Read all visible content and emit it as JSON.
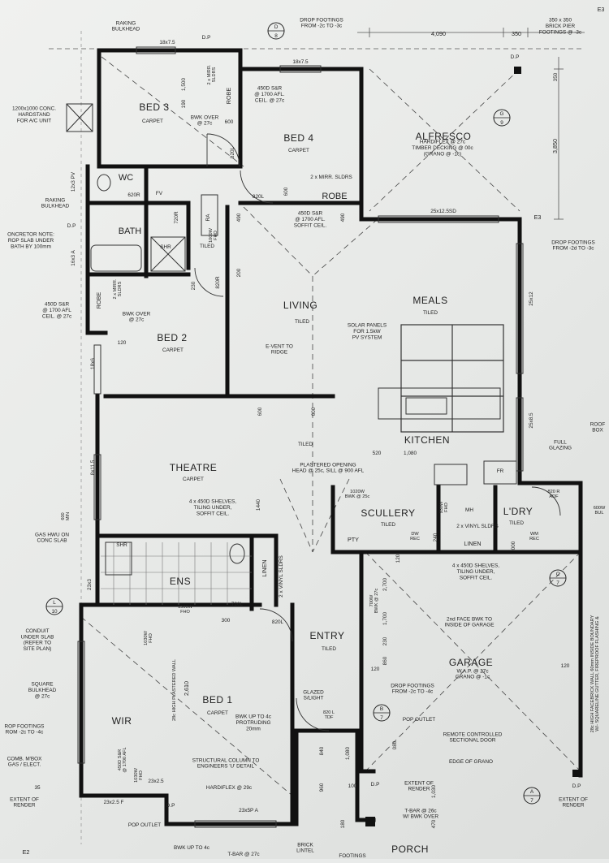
{
  "rooms": {
    "bed3": "BED 3",
    "bed4": "BED 4",
    "alfresco": "ALFRESCO",
    "wc": "WC",
    "bath": "BATH",
    "meals": "MEALS",
    "living": "LIVING",
    "bed2": "BED 2",
    "kitchen": "KITCHEN",
    "theatre": "THEATRE",
    "scullery": "SCULLERY",
    "ldry": "L'DRY",
    "ens": "ENS",
    "entry": "ENTRY",
    "garage": "GARAGE",
    "wir": "WIR",
    "bed1": "BED 1",
    "porch": "PORCH",
    "robe1": "ROBE",
    "robe2": "ROBE",
    "robe3": "ROBE",
    "linen1": "LINEN",
    "linen2": "LINEN"
  },
  "finishes": {
    "carpet": "CARPET",
    "tiled": "TILED"
  },
  "fixtures": {
    "fv": "FV",
    "ra": "RA",
    "shr": "SHR",
    "pty": "PTY",
    "dw_rec": "DW\nREC",
    "mh": "MH",
    "fr": "FR",
    "wm_rec": "WM\nREC"
  },
  "dims": {
    "top_4090": "4,090",
    "top_350": "350",
    "d_3850": "3,850",
    "d_350v": "350",
    "win_18x75a": "18x7.5",
    "win_18x75b": "18x7.5",
    "d_1500": "1,500",
    "d_190": "190",
    "d_600a": "600",
    "d_820l_a": "820L",
    "d_820l_b": "820L",
    "d_820l_c": "820L",
    "d_620r": "620R",
    "d_720r": "720R",
    "d_600b": "600",
    "d_490a": "490",
    "d_490b": "490",
    "d_25x125": "25x12.5SD",
    "d_200": "200",
    "d_230": "230",
    "d_820r": "820R",
    "d_120a": "120",
    "d_18x6": "18x6",
    "d_25x12": "25x12",
    "d_25x85": "25x8.5",
    "d_600c": "600",
    "d_600d": "600",
    "d_520": "520",
    "d_1080a": "1,080",
    "d_1440": "1440",
    "d_8x115": "8x11.5",
    "d_1500w": "1500W\nFHO",
    "d_720l": "720L",
    "d_300": "300",
    "d_820l_d": "820L",
    "d_23x3": "23x3",
    "d_2610": "2,610",
    "d_23x25a": "23x2.5",
    "d_23x25b": "23x2.5 F",
    "d_23x5p": "23x5P A",
    "d_2700": "2,700",
    "d_1700": "1,700",
    "d_230b": "230",
    "d_860": "860",
    "d_120b": "120",
    "d_120c": "120",
    "d_820l_e": "820L",
    "d_840": "840",
    "d_1080b": "1,080",
    "d_960": "960",
    "d_100": "100",
    "d_1030": "1,030",
    "d_470": "470",
    "d_180": "180",
    "d_12x3": "12x3 PV",
    "d_16x3": "16x3 A",
    "d_1020w": "1020W\nBWK @ 25c",
    "d_930w": "930W\nFHO",
    "d_240": "240",
    "d_700w": "700W\nBWK @ 27c",
    "d_1030w": "1030W\nFHO",
    "d_1030w2": "1030W\nFHO",
    "d_1000w": "1000W\nFHO",
    "d_820r_adf": "820 R\nADF",
    "d_600min": "600\nMIN",
    "d_600w": "600W\nBUL",
    "d_080": "080",
    "d_120d": "120",
    "d_000": "000"
  },
  "notes": {
    "raking_bulkhead_top": "RAKING\nBULKHEAD",
    "dp_top": "D.P",
    "drop_footings_top": "DROP FOOTINGS\nFROM -2c TO -3c",
    "brick_pier": "350 x 350\nBRICK PIER\nFOOTINGS @ -3c",
    "e3": "E3",
    "hardstand": "1200x1000 CONC.\nHARDSTAND\nFOR A/C UNIT",
    "bed3_robe_s_r": "2 x MIRR.\nSLDRS",
    "bed3_ceil": "450D S&R\n@ 1700 AFL.\nCEIL. @ 27c",
    "bwk_over_27c_a": "BWK OVER\n@ 27c",
    "hardiflex": "HARDIFLEX @ 27c\nTIMBER DECKING @ 00c\n(GRANO @ -1c)",
    "mirr_sldrs_bed4": "2 x MIRR. SLDRS",
    "raking_bulkhead_left": "RAKING\nBULKHEAD",
    "dp_left": "D.P",
    "soffit_450": "450D S&R\n@ 1700 AFL.\nSOFFIT CEIL.",
    "e3_marker": "E3",
    "concretor_note": "ONCRETOR NOTE:\nROP SLAB UNDER\nBATH BY 100mm",
    "drop_footings_right": "DROP FOOTINGS\nFROM -2d TO -3c",
    "mirr_sldrs_bed2": "2 x MIRR.\nSLDRS",
    "bed2_ceil": "450D S&R\n@ 1700 AFL\nCEIL. @ 27c",
    "bwk_over_27c_b": "BWK OVER\n@ 27c",
    "solar": "SOLAR PANELS\nFOR 1.5kW\nPV SYSTEM",
    "event": "E-VENT TO\nRIDGE",
    "full_glazing": "FULL\nGLAZING",
    "roof": "ROOF\nBOX",
    "plastered_opening": "PLASTERED OPENING\nHEAD @ 25c, SILL @ 900 AFL",
    "shelves_theatre": "4 x 450D SHELVES,\nTILING UNDER,\nSOFFIT CEIL.",
    "gas_hwu": "GAS HWU ON\nCONC SLAB",
    "vinyl_sldrs_a": "2 x VINYL SLDRS",
    "vinyl_sldrs_b": "2 x VINYL SLDRS",
    "shelves_ldry": "4 x 450D SHELVES,\nTILING UNDER,\nSOFFIT CEIL.",
    "facebrick": "28c HIGH FACEBRICK WALL 60mm INSIDE BOUNDARY\nW/- SQUARELINE GUTTER, FIREPROOF FLASHING &",
    "bwk_2nd_face": "2nd FACE BWK TO\nINSIDE OF GARAGE",
    "garage_wap": "W.A.P. @ 27c\nGRANO @ -1c",
    "conduit": "CONDUIT\nUNDER SLAB\n(REFER TO\nSITE PLAN)",
    "square_bulkhead": "SQUARE\nBULKHEAD\n@ 27c",
    "rop_footings": "ROP FOOTINGS\nROM -2c TO -4c",
    "comb_mbox": "COMB. M'BOX\nGAS / ELECT.",
    "extent_render_l": "EXTENT OF\nRENDER",
    "plastered_wall": "28c HIGH PLASTERED WALL",
    "wir_ceil": "450D S&R\n@ 1700 AFL",
    "bwk_up_4c": "BWK UP TO 4c\nPROTRUDING\n20mm",
    "glazed_slight": "GLAZED\nS/LIGHT",
    "tdf": "820 L\nTDF",
    "drop_footings_garage": "DROP FOOTINGS\nFROM -2c TO -4c",
    "pop_outlet_a": "POP OUTLET",
    "remote_door": "REMOTE CONTROLLED\nSECTIONAL DOOR",
    "edge_grano": "EDGE OF GRANO",
    "structural_column": "STRUCTURAL COLUMN TO\nENGINEERS 'U' DETAIL",
    "hardiflex_29c": "HARDIFLEX @ 29c",
    "extent_render_m": "EXTENT OF\nRENDER",
    "extent_render_r": "EXTENT OF\nRENDER",
    "dp_bl": "D.P",
    "dp_bm": "D.P",
    "dp_br": "D.P",
    "pop_outlet_b": "POP OUTLET",
    "bwk_up_4c_b": "BWK UP TO 4c",
    "tbar_27c": "T-BAR @ 27c",
    "brick_lintel": "BRICK\nLINTEL",
    "footings": "FOOTINGS",
    "tbar_26c": "T-BAR @ 26c\nW/ BWK OVER",
    "e2": "E2",
    "num_35": "35",
    "dp_top2": "D.P"
  },
  "markers": {
    "d8": {
      "letter": "D",
      "num": "8"
    },
    "g9": {
      "letter": "G",
      "num": "9"
    },
    "l10": {
      "letter": "L",
      "num": "10"
    },
    "c7": {
      "letter": "C",
      "num": "7"
    },
    "b7": {
      "letter": "B",
      "num": "7"
    },
    "a7": {
      "letter": "A",
      "num": "7"
    }
  }
}
